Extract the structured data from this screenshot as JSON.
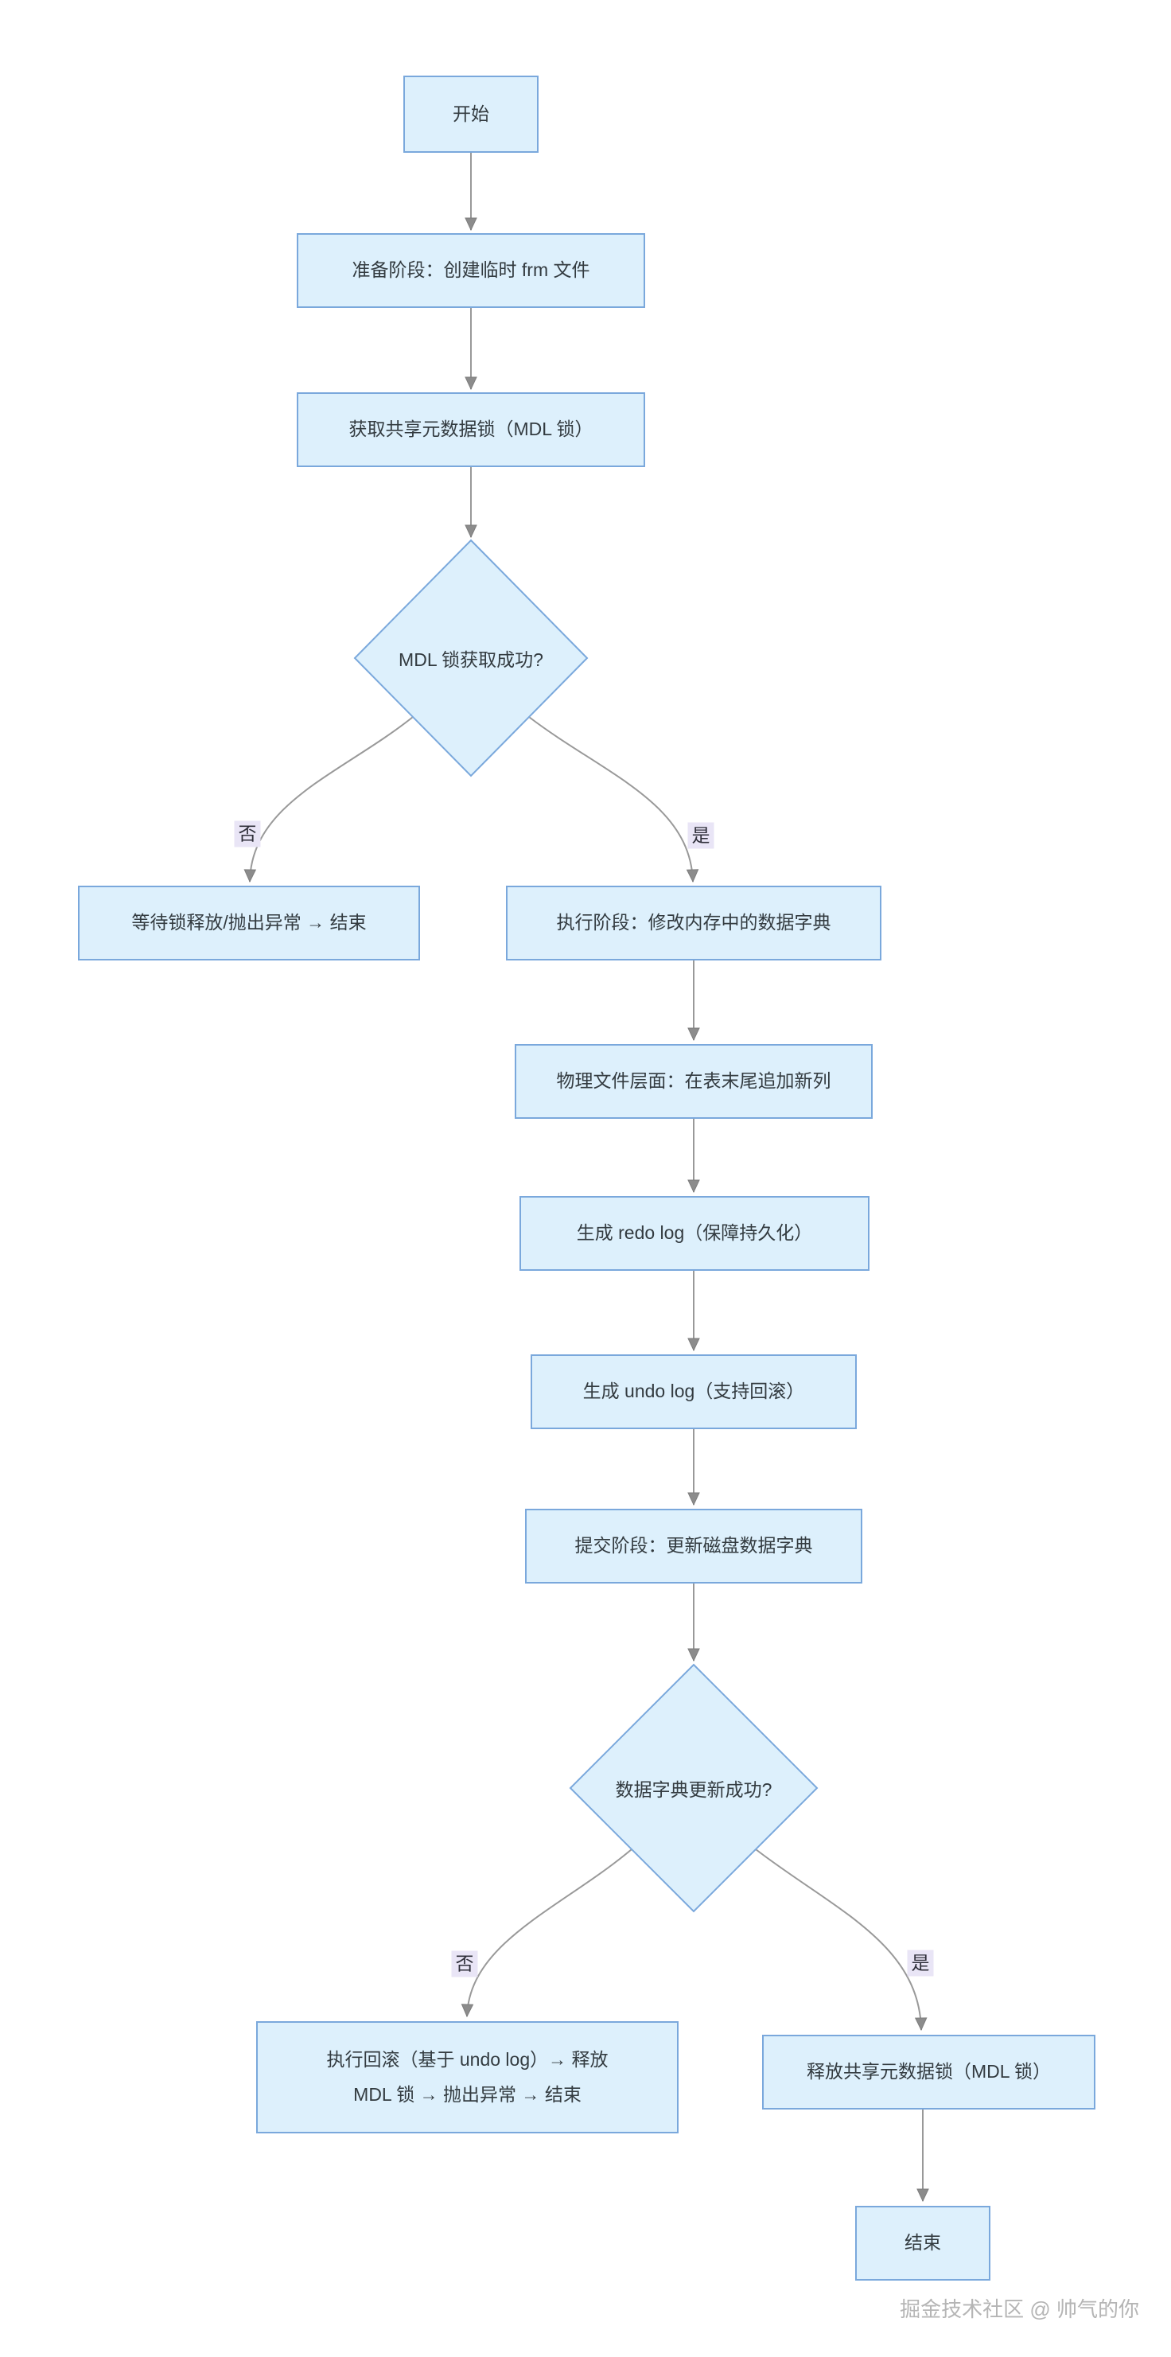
{
  "diagram": {
    "type": "flowchart",
    "direction": "top-down",
    "nodes": [
      {
        "id": "start",
        "shape": "rect",
        "label": "开始"
      },
      {
        "id": "prepare",
        "shape": "rect",
        "label": "准备阶段：创建临时 frm 文件"
      },
      {
        "id": "acquire-mdl",
        "shape": "rect",
        "label": "获取共享元数据锁（MDL 锁）"
      },
      {
        "id": "mdl-decision",
        "shape": "diamond",
        "label": "MDL 锁获取成功?"
      },
      {
        "id": "wait-abort",
        "shape": "rect",
        "label": "等待锁释放/抛出异常 → 结束"
      },
      {
        "id": "execute",
        "shape": "rect",
        "label": "执行阶段：修改内存中的数据字典"
      },
      {
        "id": "physical",
        "shape": "rect",
        "label": "物理文件层面：在表末尾追加新列"
      },
      {
        "id": "redo-log",
        "shape": "rect",
        "label": "生成 redo log（保障持久化）"
      },
      {
        "id": "undo-log",
        "shape": "rect",
        "label": "生成 undo log（支持回滚）"
      },
      {
        "id": "commit",
        "shape": "rect",
        "label": "提交阶段：更新磁盘数据字典"
      },
      {
        "id": "dict-decision",
        "shape": "diamond",
        "label": "数据字典更新成功?"
      },
      {
        "id": "rollback",
        "shape": "rect",
        "label": "执行回滚（基于 undo log）→ 释放\nMDL 锁 → 抛出异常 → 结束"
      },
      {
        "id": "release-mdl",
        "shape": "rect",
        "label": "释放共享元数据锁（MDL 锁）"
      },
      {
        "id": "end",
        "shape": "rect",
        "label": "结束"
      }
    ],
    "edges": [
      {
        "from": "start",
        "to": "prepare",
        "label": ""
      },
      {
        "from": "prepare",
        "to": "acquire-mdl",
        "label": ""
      },
      {
        "from": "acquire-mdl",
        "to": "mdl-decision",
        "label": ""
      },
      {
        "from": "mdl-decision",
        "to": "wait-abort",
        "label": "否"
      },
      {
        "from": "mdl-decision",
        "to": "execute",
        "label": "是"
      },
      {
        "from": "execute",
        "to": "physical",
        "label": ""
      },
      {
        "from": "physical",
        "to": "redo-log",
        "label": ""
      },
      {
        "from": "redo-log",
        "to": "undo-log",
        "label": ""
      },
      {
        "from": "undo-log",
        "to": "commit",
        "label": ""
      },
      {
        "from": "commit",
        "to": "dict-decision",
        "label": ""
      },
      {
        "from": "dict-decision",
        "to": "rollback",
        "label": "否"
      },
      {
        "from": "dict-decision",
        "to": "release-mdl",
        "label": "是"
      },
      {
        "from": "release-mdl",
        "to": "end",
        "label": ""
      }
    ]
  },
  "watermark": "掘金技术社区 @ 帅气的你",
  "colors": {
    "background": "#ffffff",
    "node_fill": "#ddf0fc",
    "node_border": "#7aa8dc",
    "edge_line": "#999999",
    "arrowhead": "#8c8c8c",
    "edge_label_bg": "#e9e5f6",
    "node_text": "#333b40",
    "watermark_text": "#b5b5b5"
  }
}
